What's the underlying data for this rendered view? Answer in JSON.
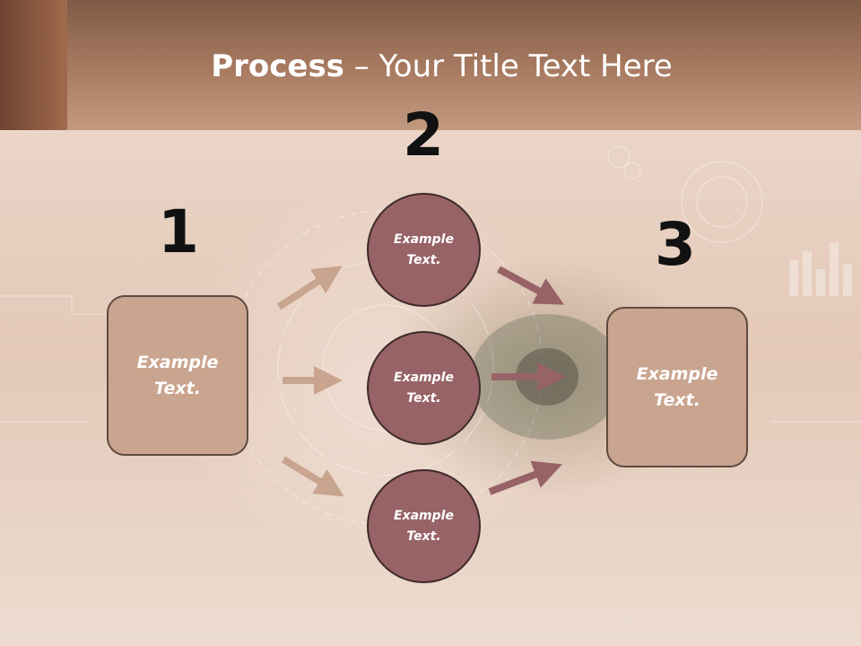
{
  "title": {
    "bold": "Process",
    "rest": " – Your Title Text Here"
  },
  "steps": [
    {
      "number": "1",
      "text": "Example\nText."
    },
    {
      "number": "2",
      "text": "Example\nText."
    },
    {
      "number": "3",
      "text": "Example\nText."
    }
  ],
  "circles": [
    {
      "text": "Example\nText."
    },
    {
      "text": "Example\nText."
    },
    {
      "text": "Example\nText."
    }
  ],
  "colors": {
    "header": "#a97c62",
    "box_fill": "#c9a48e",
    "circle_fill": "#976367",
    "arrow_light": "#c9a48e",
    "arrow_dark": "#976367"
  }
}
